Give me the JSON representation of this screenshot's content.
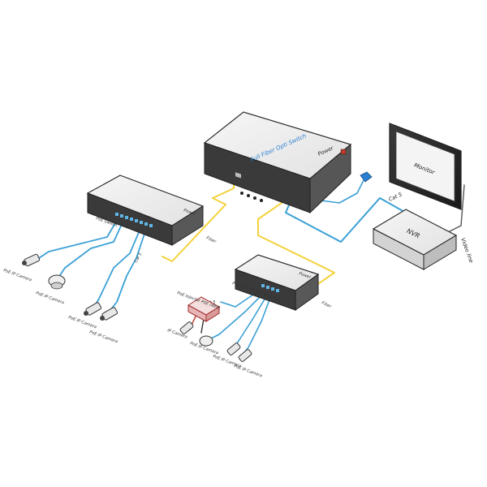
{
  "devices": {
    "core_switch": {
      "label": "Full Fiber Opti Switch",
      "power": "Power"
    },
    "poe_switch_left": {
      "label": "PoE Switch",
      "power": "Power"
    },
    "poe_switch_small": {
      "label": "",
      "power": "Power"
    },
    "monitor": {
      "label": "Monitor"
    },
    "nvr": {
      "label": "NVR"
    }
  },
  "links": {
    "cat5_nvr": "Cat 5",
    "cat5_left": "Cat 5",
    "cat5_small": "Cat 5",
    "video_line": "Video line",
    "fiber_left": "Fiber",
    "fiber_right": "Fiber"
  },
  "cameras": {
    "left": [
      "PoE IP Camera",
      "PoE IP Camera",
      "PoE IP Camera",
      "PoE IP Camera"
    ],
    "bottom": [
      "IP Camera",
      "PoE IP Camera",
      "PoE IP Camera",
      "PoE IP Camera"
    ]
  },
  "injector": {
    "label": "PoE Injector PSE (48V)",
    "switch_label": "PoE Switch PSE (802.3af)"
  },
  "colors": {
    "fiber": "#f4d23c",
    "cat5": "#3aa0d6",
    "accent": "#2a7fd1",
    "outline": "#2a2a2a"
  }
}
